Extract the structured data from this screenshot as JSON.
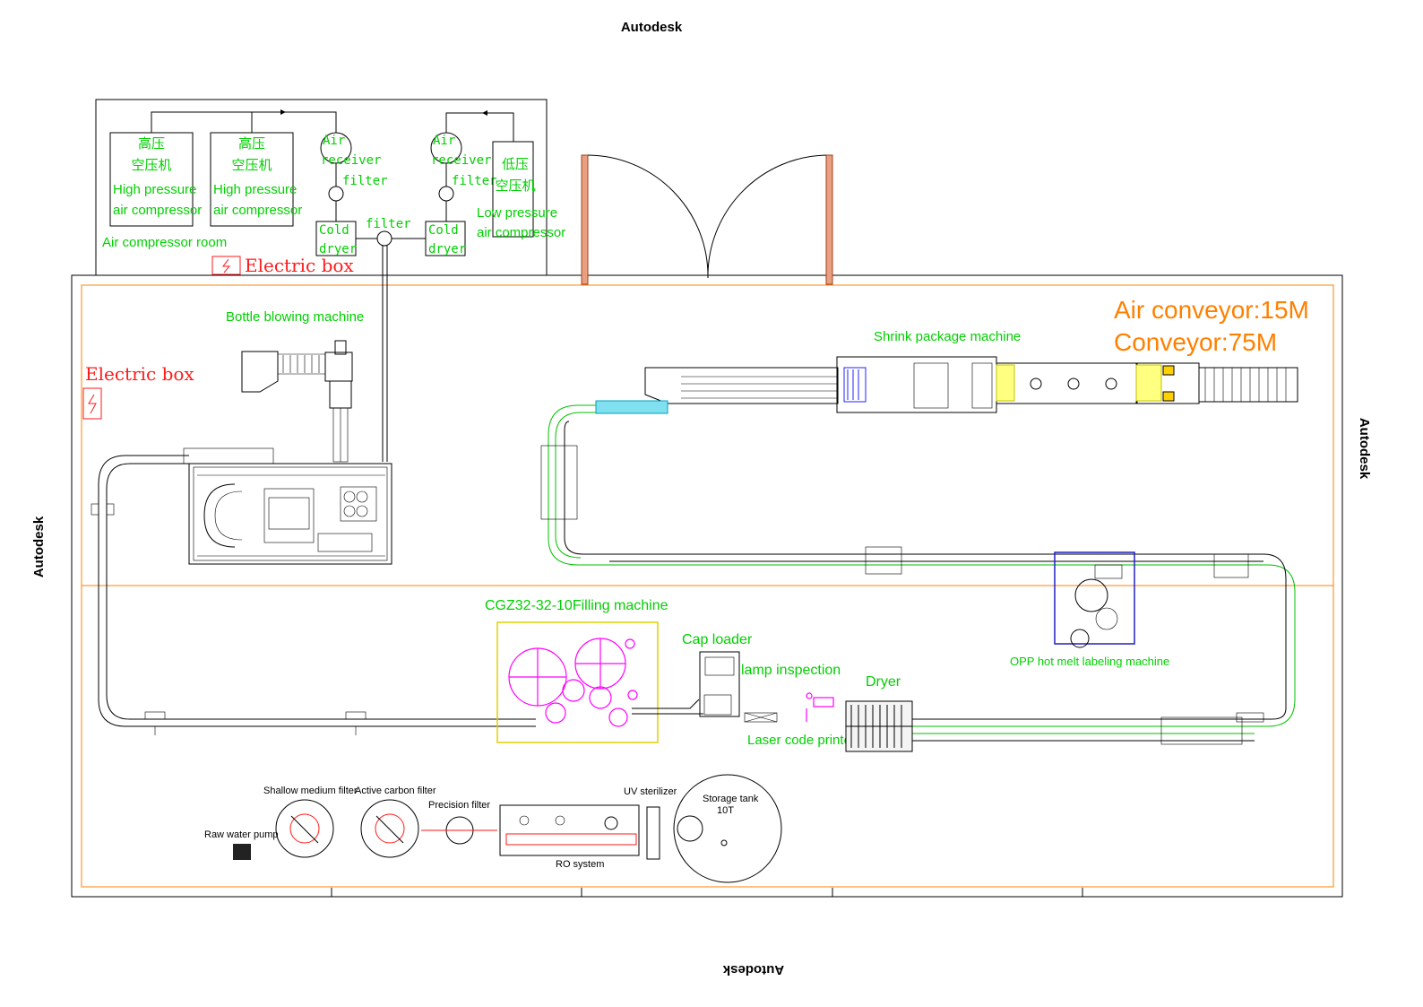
{
  "watermarks": {
    "top": "Autodesk",
    "bottom": "Autodesk",
    "left": "Autodesk",
    "right": "Autodesk"
  },
  "compressor_room": {
    "hp1_cn_1": "高压",
    "hp1_cn_2": "空压机",
    "hp1_en_1": "High pressure",
    "hp1_en_2": "air compressor",
    "hp2_cn_1": "高压",
    "hp2_cn_2": "空压机",
    "hp2_en_1": "High pressure",
    "hp2_en_2": "air compressor",
    "receiver1_1": "Air",
    "receiver1_2": "receiver",
    "filter1": "filter",
    "cold1_1": "Cold",
    "cold1_2": "dryer",
    "filter_mid": "filter",
    "receiver2_1": "Air",
    "receiver2_2": "receiver",
    "filter2": "filter",
    "cold2_1": "Cold",
    "cold2_2": "dryer",
    "lp_cn_1": "低压",
    "lp_cn_2": "空压机",
    "lp_en_1": "Low pressure",
    "lp_en_2": "air compressor",
    "room_label": "Air compressor room",
    "electric_box_label": "Electric box"
  },
  "labels": {
    "electric_box_left": "Electric box",
    "bottle_blowing": "Bottle blowing machine",
    "shrink_package": "Shrink package machine",
    "air_conveyor": "Air conveyor:15M",
    "conveyor": "Conveyor:75M",
    "filling_machine": "CGZ32-32-10Filling machine",
    "cap_loader": "Cap loader",
    "lamp_inspection": "lamp inspection",
    "dryer": "Dryer",
    "laser_code_printer": "Laser code printer",
    "opp_labeling": "OPP hot melt labeling machine"
  },
  "water_treatment": {
    "shallow_filter": "Shallow medium filter",
    "carbon_filter": "Active carbon filter",
    "precision_filter": "Precision filter",
    "raw_water_pump": "Raw water pump",
    "uv_sterilizer": "UV sterilizer",
    "storage_tank_1": "Storage tank",
    "storage_tank_2": "10T",
    "ro_system": "RO system"
  },
  "colors": {
    "green_label": "#00d000",
    "orange_frame": "#ff8000",
    "red_label": "#ff1a1a",
    "magenta_parts": "#ff00ff",
    "cyan_part": "#00bcd4"
  }
}
